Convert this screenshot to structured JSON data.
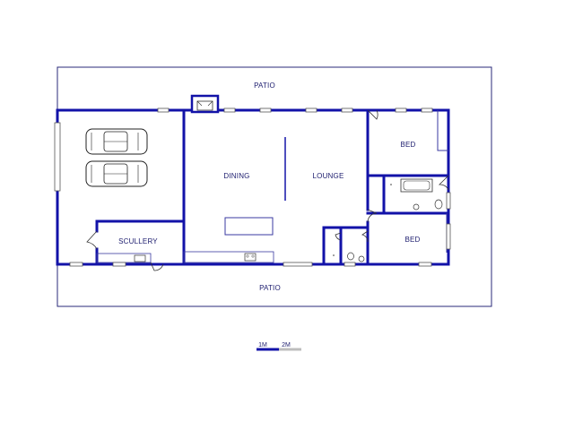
{
  "rooms": {
    "patio_top": "PATIO",
    "patio_bottom": "PATIO",
    "dining": "DINING",
    "lounge": "LOUNGE",
    "bed_1": "BED",
    "bed_2": "BED",
    "scullery": "SCULLERY"
  },
  "scale": {
    "label_1": "1M",
    "label_2": "2M"
  },
  "colors": {
    "wall": "#1212a8",
    "text": "#1c1c6e",
    "plot_border": "#2a2a7a"
  }
}
